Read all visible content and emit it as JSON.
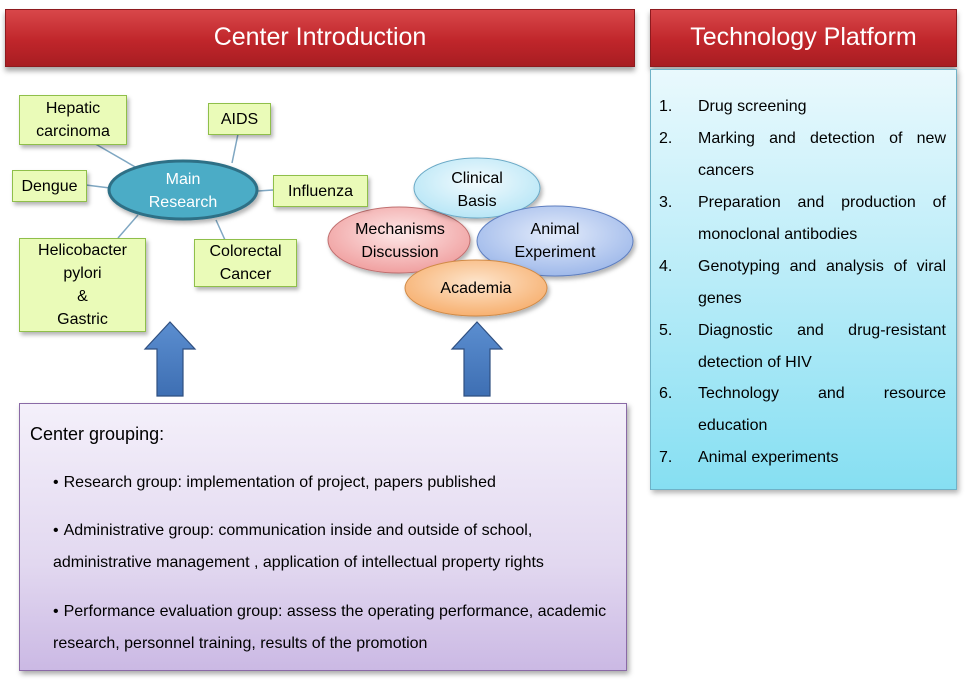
{
  "banners": {
    "left": "Center Introduction",
    "right": "Technology Platform"
  },
  "main_research": {
    "center": "Main\nResearch",
    "topics": {
      "hepatic": "Hepatic\ncarcinoma",
      "aids": "AIDS",
      "dengue": "Dengue",
      "influenza": "Influenza",
      "helicobacter": "Helicobacter\npylori\n&\nGastric",
      "colorectal": "Colorectal\nCancer"
    }
  },
  "academia_cluster": {
    "clinical": "Clinical\nBasis",
    "mechanisms": "Mechanisms\nDiscussion",
    "animal": "Animal\nExperiment",
    "academia": "Academia"
  },
  "grouping": {
    "title": "Center grouping:",
    "items": [
      "Research group: implementation of project, papers published",
      "Administrative group: communication inside and outside of school, administrative management , application of intellectual property rights",
      "Performance evaluation group: assess the operating performance, academic research, personnel training, results of the promotion"
    ]
  },
  "platform": {
    "items": [
      {
        "num": "1.",
        "text": "Drug screening"
      },
      {
        "num": "2.",
        "text": "Marking and detection of new cancers"
      },
      {
        "num": "3.",
        "text": "Preparation and production of monoclonal antibodies"
      },
      {
        "num": "4.",
        "text": "Genotyping and analysis of viral genes"
      },
      {
        "num": "5.",
        "text": "Diagnostic and drug-resistant detection of HIV"
      },
      {
        "num": "6.",
        "text": "Technology and resource education"
      },
      {
        "num": "7.",
        "text": "Animal experiments"
      }
    ]
  },
  "colors": {
    "banner_red": "#c0262b",
    "topic_box": "#eafbb8",
    "center_ellipse": "#4bacc6",
    "arrow_blue": "#4f81bd"
  }
}
